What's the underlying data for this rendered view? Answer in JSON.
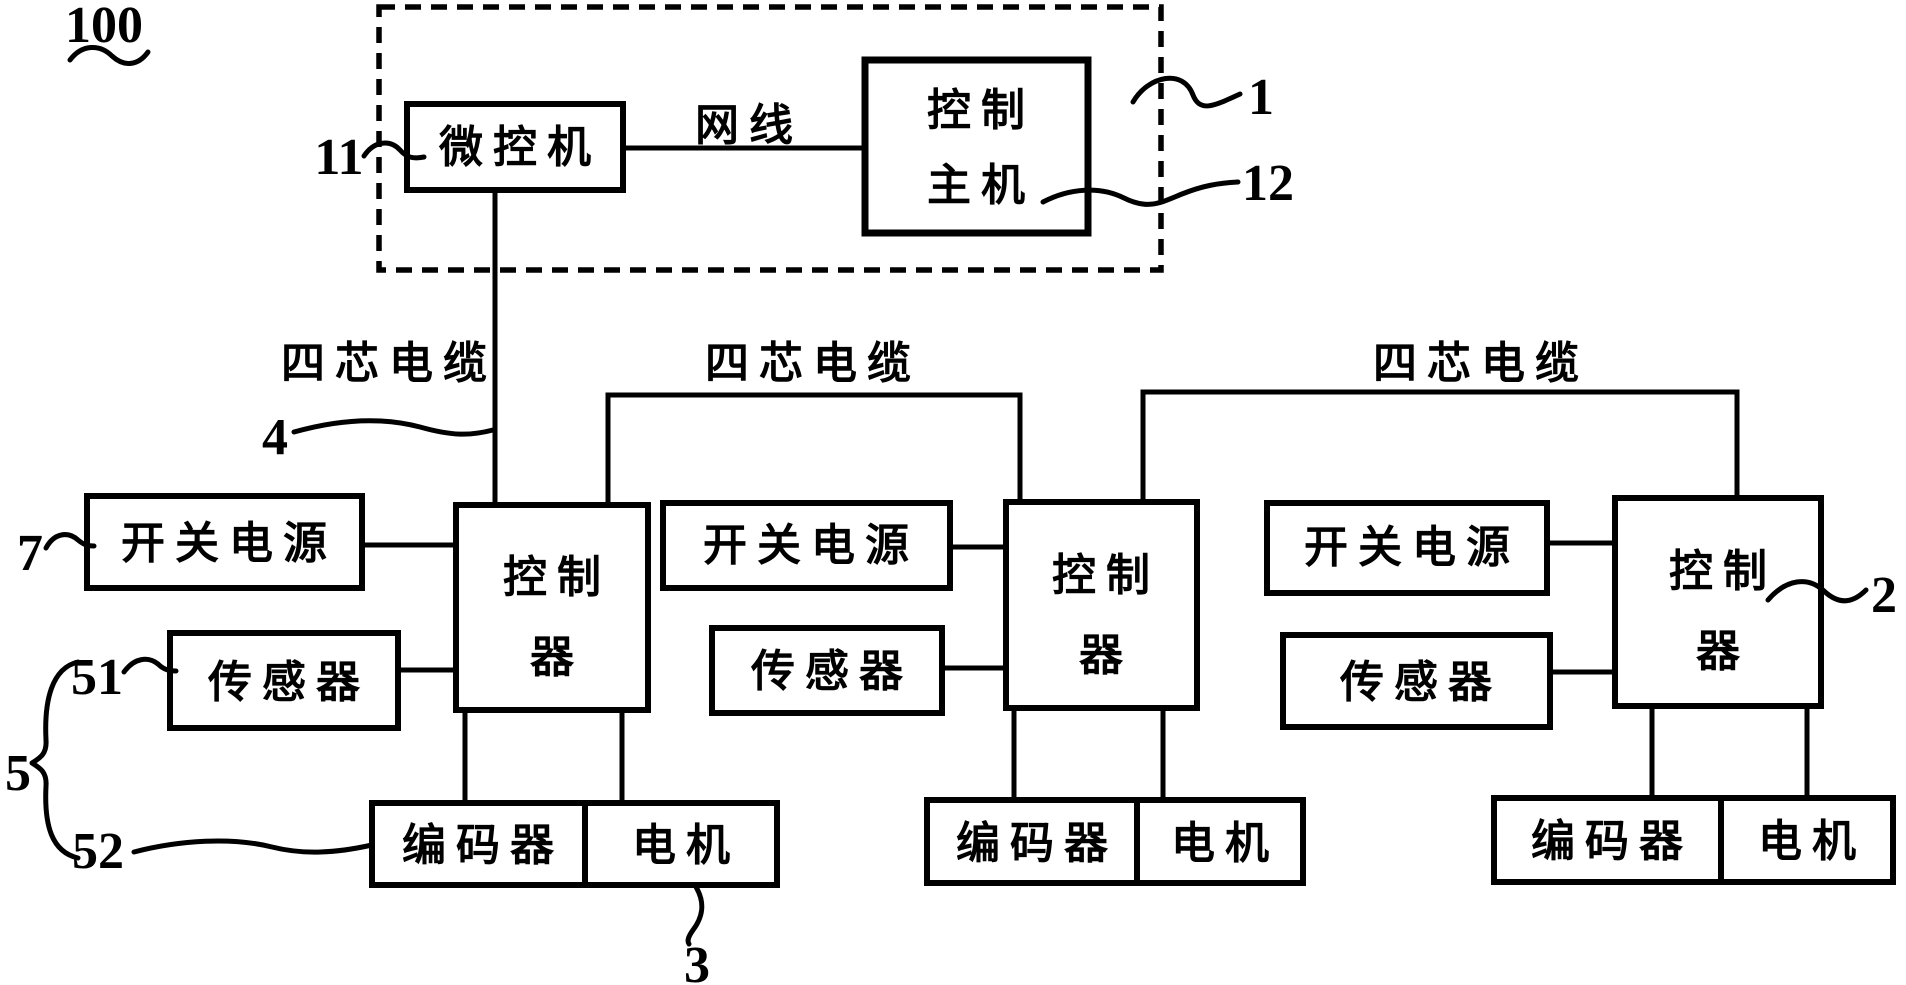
{
  "colors": {
    "ink": "#000000",
    "background": "#ffffff"
  },
  "figure": {
    "ref": "100"
  },
  "host_group": {
    "ref": "1",
    "microcontroller": {
      "label": "微控机",
      "ref": "11"
    },
    "control_host": {
      "line1": "控制",
      "line2": "主机",
      "ref": "12"
    },
    "network_cable": "网线"
  },
  "cables": {
    "ref": "4",
    "instances": [
      "四芯电缆",
      "四芯电缆",
      "四芯电缆"
    ]
  },
  "subsystems": [
    {
      "power": "开关电源",
      "sensor": "传感器",
      "controller_line1": "控制",
      "controller_line2": "器",
      "encoder": "编码器",
      "motor": "电机"
    },
    {
      "power": "开关电源",
      "sensor": "传感器",
      "controller_line1": "控制",
      "controller_line2": "器",
      "encoder": "编码器",
      "motor": "电机"
    },
    {
      "power": "开关电源",
      "sensor": "传感器",
      "controller_line1": "控制",
      "controller_line2": "器",
      "encoder": "编码器",
      "motor": "电机"
    }
  ],
  "refs": {
    "power_supply": "7",
    "sensor": "51",
    "sensor_encoder_group": "5",
    "encoder": "52",
    "motor": "3",
    "controller": "2"
  }
}
